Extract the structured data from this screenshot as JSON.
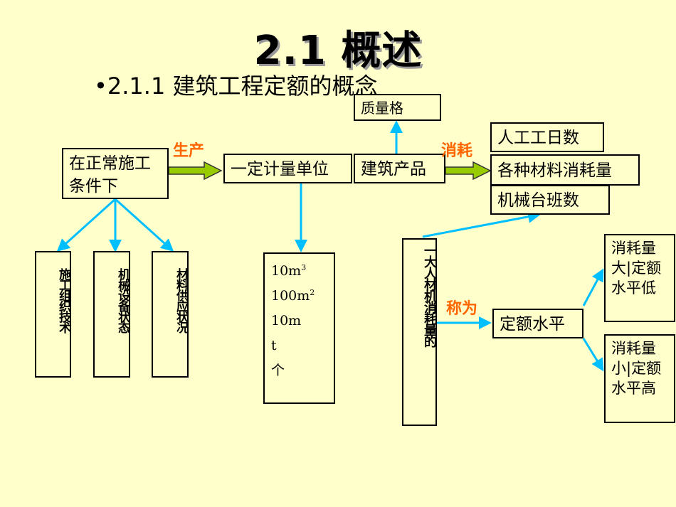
{
  "title": "2.1   概述",
  "subtitle": "•2.1.1   建筑工程定额的概念",
  "boxes": {
    "conditions": "在正常施工条件下",
    "unit": "一定计量单位",
    "product": "建筑产品",
    "quality": "质量格",
    "labor": "人工工日数",
    "materials": "各种材料消耗量",
    "machine": "机械台班数",
    "quota_level": "定额水平",
    "high_consumption": "消耗量大|定额水平低",
    "low_consumption": "消耗量小|定额水平高",
    "consumption_size": "一大人材机消耗量的"
  },
  "labels": {
    "produce": "生产",
    "consume": "消耗",
    "called": "称为"
  },
  "condition_columns": [
    "施工组织技术",
    "机械设备状态",
    "材料供应状况"
  ],
  "units": [
    "10m",
    "100m",
    "10m",
    "t",
    "个"
  ],
  "unit_superscripts": [
    "3",
    "2",
    "",
    "",
    ""
  ],
  "colors": {
    "background": "#FFFFCC",
    "connector": "#00BFFF",
    "arrow_fill": "#99CC00",
    "label": "#FF6600"
  }
}
